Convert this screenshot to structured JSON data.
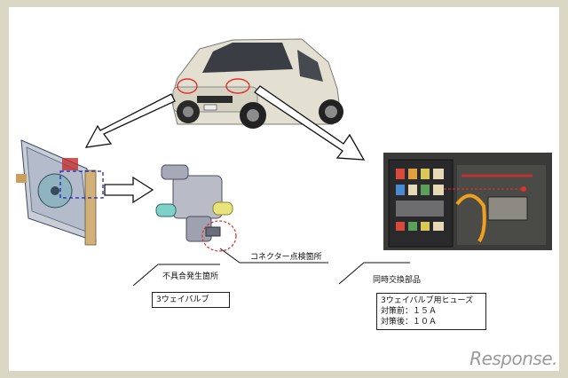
{
  "labels": {
    "connector": "コネクター点検箇所",
    "defect_location": "不具合発生箇所",
    "simultaneous": "同時交換部品"
  },
  "valve_box": {
    "text": "3ウェイバルブ"
  },
  "fuse_box": {
    "line1": "3ウェイバルブ用ヒューズ",
    "line2": "対策前：１５Ａ",
    "line3": "対策後：１０Ａ"
  },
  "watermark": "Response."
}
